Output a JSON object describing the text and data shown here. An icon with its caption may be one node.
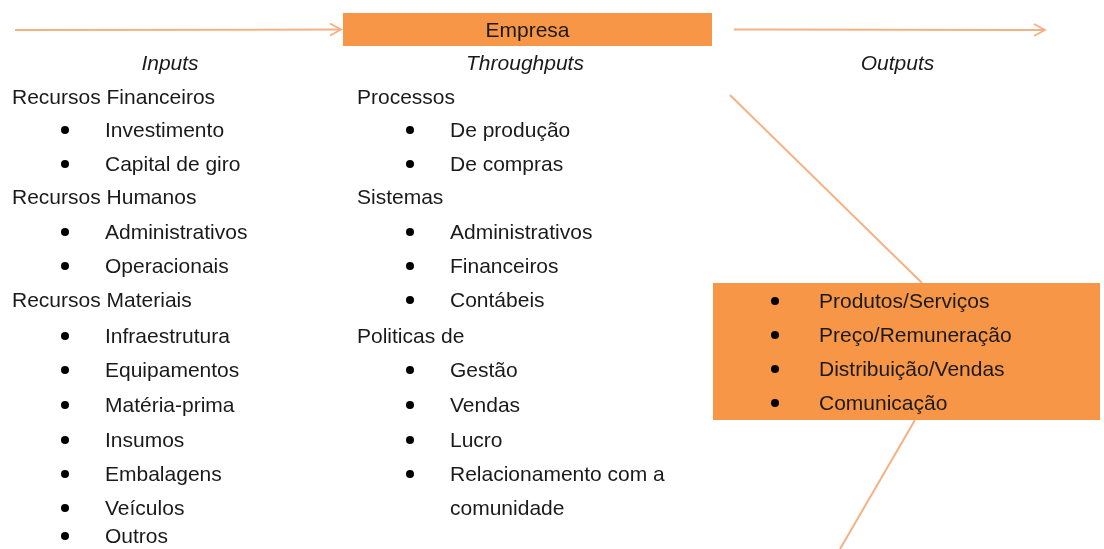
{
  "diagram": {
    "nodes": [
      {
        "text": [
          "Empresa"
        ]
      },
      {
        "text": [
          "Produtos/Serviços",
          "Preço/Remuneração",
          "Distribuição/Vendas",
          "Comunicação"
        ]
      }
    ],
    "edges": [
      {
        "from": null,
        "to": 0,
        "arrow": "to"
      },
      {
        "from": 0,
        "to": null,
        "arrow": "to"
      },
      {
        "from": null,
        "to": 1,
        "arrow": "none"
      },
      {
        "from": 1,
        "to": null,
        "arrow": "none"
      }
    ],
    "labels": [
      "Inputs",
      "Recursos Financeiros",
      "Investimento",
      "Capital de giro",
      "Recursos Humanos",
      "Administrativos",
      "Operacionais",
      "Recursos Materiais",
      "Infraestrutura",
      "Equipamentos",
      "Matéria-prima",
      "Insumos",
      "Embalagens",
      "Veículos",
      "Outros",
      "Throughputs",
      "Processos",
      "De produção",
      "De compras",
      "Sistemas",
      "Administrativos",
      "Financeiros",
      "Contábeis",
      "Politicas de",
      "Gestão",
      "Vendas",
      "Lucro",
      "Relacionamento com a comunidade",
      "Outputs"
    ]
  }
}
